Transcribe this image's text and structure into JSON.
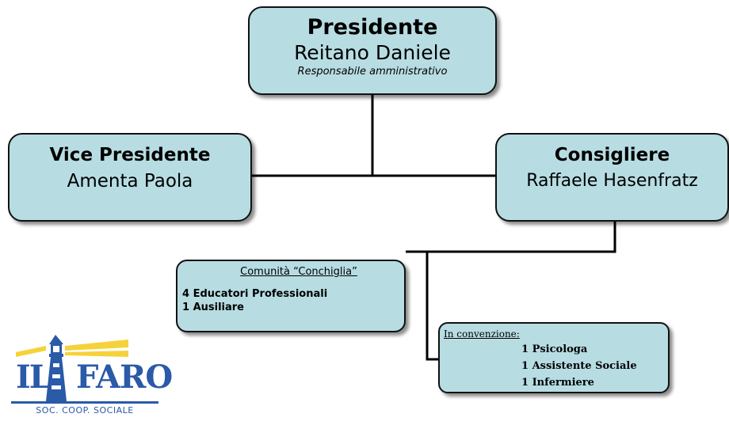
{
  "president": {
    "title": "Presidente",
    "name": "Reitano Daniele",
    "role": "Responsabile amministrativo"
  },
  "vice_president": {
    "title": "Vice Presidente",
    "name": "Amenta Paola"
  },
  "consigliere": {
    "title": "Consigliere",
    "name": "Raffaele Hasenfratz"
  },
  "comunita": {
    "title": "Comunità “Conchiglia”",
    "items": [
      "4 Educatori Professionali",
      "1 Ausiliare"
    ]
  },
  "convenzione": {
    "title": "In convenzione:",
    "items": [
      "1 Psicologa",
      "1 Assistente Sociale",
      "1 Infermiere"
    ]
  },
  "logo": {
    "word1": "IL",
    "word2": "FARO",
    "subtitle": "SOC. COOP. SOCIALE"
  },
  "colors": {
    "box_fill": "#b7dde3",
    "line": "#000000",
    "logo_blue": "#2a5aa8",
    "logo_yellow": "#f5d23a"
  }
}
